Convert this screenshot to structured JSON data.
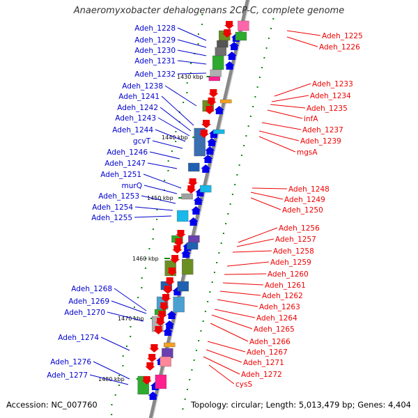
{
  "title": "Anaeromyxobacter dehalogenans 2CP-C, complete genome",
  "footer": {
    "accession": "Accession: NC_007760",
    "summary": "Topology: circular; Length: 5,013,479 bp; Genes: 4,404"
  },
  "colors": {
    "forward_strand_label": "#0000cc",
    "reverse_strand_label": "#ee0000",
    "forward_arrow": "#0000ee",
    "reverse_arrow": "#ee0000",
    "backbone": "#888888",
    "tick": "#008800"
  },
  "kbp_ticks": [
    "1430 kbp",
    "1440 kbp",
    "1450 kbp",
    "1460 kbp",
    "1470 kbp",
    "1480 kbp"
  ],
  "left_labels": [
    "Adeh_1228",
    "Adeh_1229",
    "Adeh_1230",
    "Adeh_1231",
    "Adeh_1232",
    "Adeh_1238",
    "Adeh_1241",
    "Adeh_1242",
    "Adeh_1243",
    "Adeh_1244",
    "gcvT",
    "Adeh_1246",
    "Adeh_1247",
    "Adeh_1251",
    "murQ",
    "Adeh_1253",
    "Adeh_1254",
    "Adeh_1255",
    "Adeh_1268",
    "Adeh_1269",
    "Adeh_1270",
    "Adeh_1274",
    "Adeh_1276",
    "Adeh_1277"
  ],
  "right_labels": [
    "Adeh_1225",
    "Adeh_1226",
    "Adeh_1233",
    "Adeh_1234",
    "Adeh_1235",
    "infA",
    "Adeh_1237",
    "Adeh_1239",
    "mgsA",
    "Adeh_1248",
    "Adeh_1249",
    "Adeh_1250",
    "Adeh_1256",
    "Adeh_1257",
    "Adeh_1258",
    "Adeh_1259",
    "Adeh_1260",
    "Adeh_1261",
    "Adeh_1262",
    "Adeh_1263",
    "Adeh_1264",
    "Adeh_1265",
    "Adeh_1266",
    "Adeh_1267",
    "Adeh_1271",
    "Adeh_1272",
    "cysS"
  ]
}
